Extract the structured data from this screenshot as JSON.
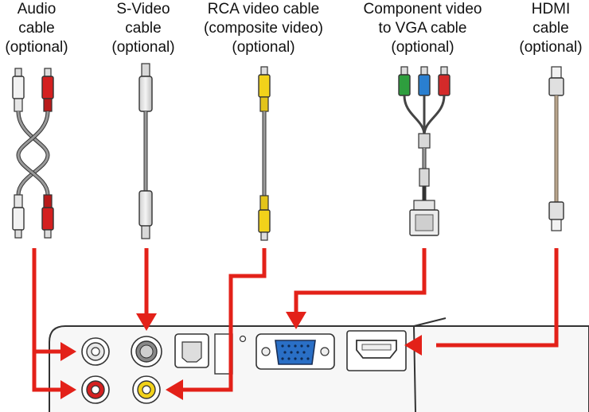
{
  "labels": {
    "audio": [
      "Audio",
      "cable",
      "(optional)"
    ],
    "svideo": [
      "S-Video",
      "cable",
      "(optional)"
    ],
    "rca": [
      "RCA video cable",
      "(composite video)",
      "(optional)"
    ],
    "component": [
      "Component video",
      "to VGA cable",
      "(optional)"
    ],
    "hdmi": [
      "HDMI",
      "cable",
      "(optional)"
    ]
  },
  "colors": {
    "arrow": "#e32119",
    "audio_red": "#d42020",
    "audio_white": "#f2f2f2",
    "video_yellow": "#f2d21a",
    "component_green": "#2e9e3e",
    "component_blue": "#2a7fd0",
    "component_red": "#d42a2a",
    "vga_blue": "#2a6fc6",
    "hdmi_cable": "#b8a48c",
    "cable_gray": "#8a8a8a"
  },
  "icons": [
    "audio-plug-icon",
    "svideo-plug-icon",
    "rca-plug-icon",
    "vga-plug-icon",
    "hdmi-plug-icon",
    "projector-panel-icon"
  ]
}
